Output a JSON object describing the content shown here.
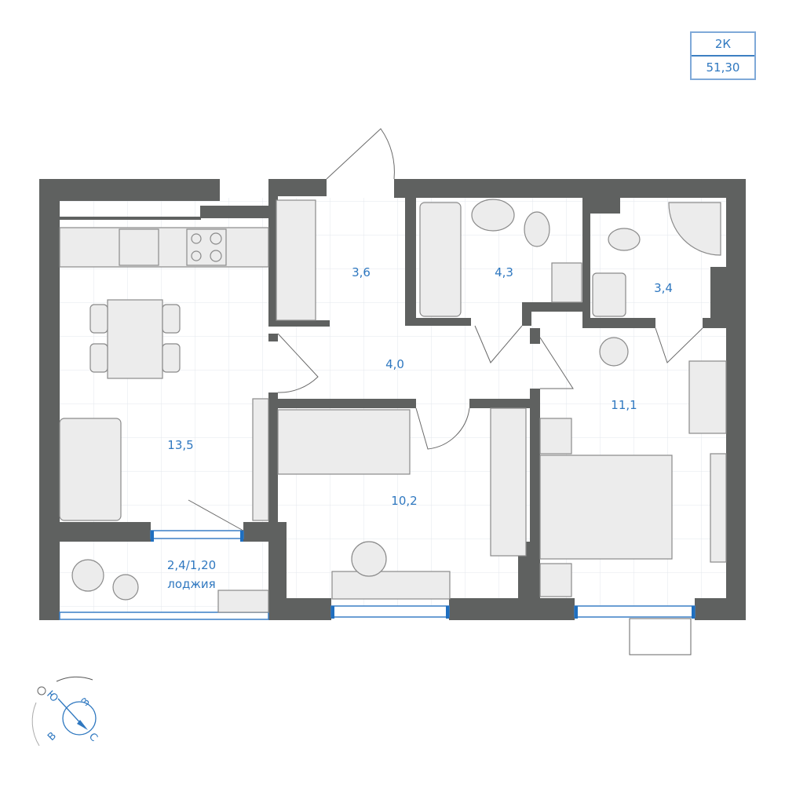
{
  "badge": {
    "rooms": "2К",
    "area": "51,30"
  },
  "rooms": [
    {
      "id": "kitchen",
      "area": "13,5"
    },
    {
      "id": "wardrobe",
      "area": "3,6"
    },
    {
      "id": "bathroom",
      "area": "4,3"
    },
    {
      "id": "toilet",
      "area": "3,4"
    },
    {
      "id": "hall",
      "area": "4,0"
    },
    {
      "id": "bedroom",
      "area": "11,1"
    },
    {
      "id": "room",
      "area": "10,2"
    }
  ],
  "loggia": {
    "area": "2,4/1,20",
    "label": "лоджия"
  },
  "compass": {
    "south": "Ю",
    "west": "З",
    "east": "В",
    "north": "С"
  },
  "colors": {
    "wall": "#5f6160",
    "accent": "#2f78c0",
    "grid": "#e3e7ec"
  }
}
